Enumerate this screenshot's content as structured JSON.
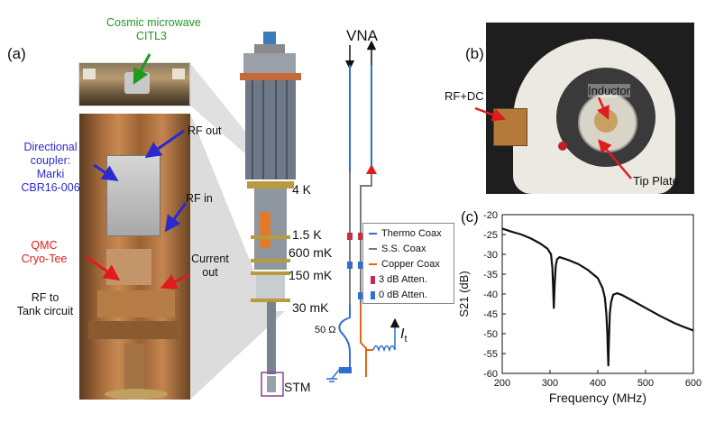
{
  "panels": {
    "a": "(a)",
    "b": "(b)",
    "c": "(c)"
  },
  "photo_a": {
    "labels": {
      "cosmic_line1": "Cosmic microwave",
      "cosmic_line2": "CITL3",
      "dircoupler_line1": "Directional",
      "dircoupler_line2": "coupler:",
      "dircoupler_line3": "Marki",
      "dircoupler_line4": "CBR16-006",
      "rf_out": "RF out",
      "rf_in": "RF in",
      "qmc_line1": "QMC",
      "qmc_line2": "Cryo-Tee",
      "current_line1": "Current",
      "current_line2": "out",
      "rftank_line1": "RF to",
      "rftank_line2": "Tank circuit"
    }
  },
  "cryostat": {
    "stages": [
      "4 K",
      "1.5 K",
      "600 mK",
      "150 mK",
      "30 mK"
    ],
    "stm": "STM"
  },
  "wiring": {
    "vna": "VNA",
    "resistor": "50 Ω",
    "current_symbol": "I",
    "current_sub": "t",
    "legend": [
      {
        "label": "Thermo Coax",
        "color": "#2f6fd0",
        "kind": "line"
      },
      {
        "label": "S.S. Coax",
        "color": "#7a7a7a",
        "kind": "line"
      },
      {
        "label": "Copper Coax",
        "color": "#e0661a",
        "kind": "line"
      },
      {
        "label": "3 dB Atten.",
        "color": "#c0304a",
        "kind": "block"
      },
      {
        "label": "0 dB Atten.",
        "color": "#2f6fd0",
        "kind": "block"
      }
    ]
  },
  "photo_b": {
    "labels": {
      "inductor": "Inductor",
      "rfdc": "RF+DC",
      "tip_plate": "Tip Plate"
    }
  },
  "chart_data": {
    "type": "line",
    "xlabel": "Frequency (MHz)",
    "ylabel": "S21 (dB)",
    "xlim": [
      200,
      600
    ],
    "ylim": [
      -60,
      -20
    ],
    "xticks": [
      200,
      300,
      400,
      500,
      600
    ],
    "yticks": [
      -20,
      -25,
      -30,
      -35,
      -40,
      -45,
      -50,
      -55,
      -60
    ],
    "grid": false,
    "series": [
      {
        "x": [
          200,
          220,
          240,
          260,
          280,
          295,
          302,
          305,
          307,
          308,
          310,
          312,
          315,
          320,
          340,
          360,
          380,
          400,
          410,
          415,
          418,
          420,
          421,
          422,
          423,
          425,
          428,
          432,
          440,
          450,
          470,
          500,
          530,
          560,
          580,
          600
        ],
        "y": [
          -23.5,
          -24.3,
          -25.0,
          -26.0,
          -27.3,
          -28.6,
          -30.0,
          -33.5,
          -40.0,
          -43.5,
          -37.0,
          -32.8,
          -31.2,
          -30.7,
          -31.5,
          -32.5,
          -34.0,
          -36.0,
          -38.5,
          -41.0,
          -45.0,
          -50.0,
          -54.0,
          -58.0,
          -53.0,
          -45.0,
          -42.0,
          -40.2,
          -39.8,
          -40.2,
          -41.5,
          -43.5,
          -45.5,
          -47.3,
          -48.3,
          -49.2
        ]
      }
    ]
  },
  "colors": {
    "thermo": "#2f6fd0",
    "ss": "#7a7a7a",
    "copper": "#e0661a",
    "atten3": "#c0304a",
    "arrow_red": "#e01b1b",
    "arrow_blue": "#2a2ad0",
    "arrow_green": "#1e9a1e"
  }
}
